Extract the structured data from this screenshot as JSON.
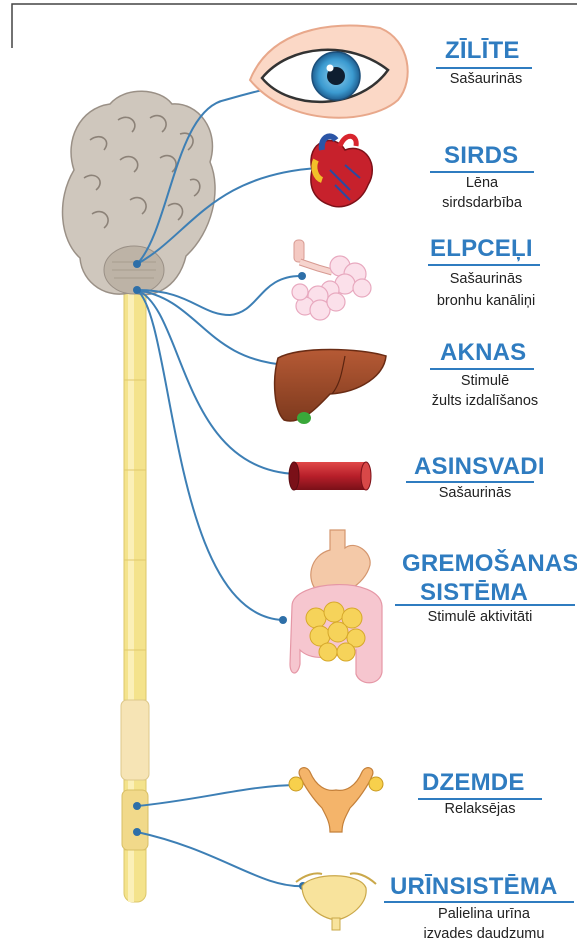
{
  "organs": {
    "eye": {
      "title": "ZĪLĪTE",
      "desc": [
        "Sašaurinās"
      ]
    },
    "heart": {
      "title": "SIRDS",
      "desc": [
        "Lēna",
        "sirdsdarbība"
      ]
    },
    "lungs": {
      "title": "ELPCEĻI",
      "desc": [
        "Sašaurinās",
        "bronhu kanāliņi"
      ]
    },
    "liver": {
      "title": "AKNAS",
      "desc": [
        "Stimulē",
        "žults izdalīšanos"
      ]
    },
    "vessels": {
      "title": "ASINSVADI",
      "desc": [
        "Sašaurinās"
      ]
    },
    "digestive": {
      "title": [
        "GREMOŠANAS",
        "SISTĒMA"
      ],
      "desc": [
        "Stimulē aktivitāti"
      ]
    },
    "uterus": {
      "title": "DZEMDE",
      "desc": [
        "Relaksējas"
      ]
    },
    "urinary": {
      "title": "URĪNSISTĒMA",
      "desc": [
        "Palielina urīna",
        "izvades daudzumu"
      ]
    }
  },
  "colors": {
    "label_blue": "#2f7cc0",
    "nerve_blue": "#3d7fb5",
    "spine": "#f6e79a",
    "brain": "#cfc7bd"
  },
  "icons": [
    "brain-icon",
    "spinal-cord-icon",
    "eye-icon",
    "heart-icon",
    "lungs-icon",
    "liver-icon",
    "blood-vessel-icon",
    "digestive-system-icon",
    "uterus-icon",
    "bladder-icon"
  ]
}
